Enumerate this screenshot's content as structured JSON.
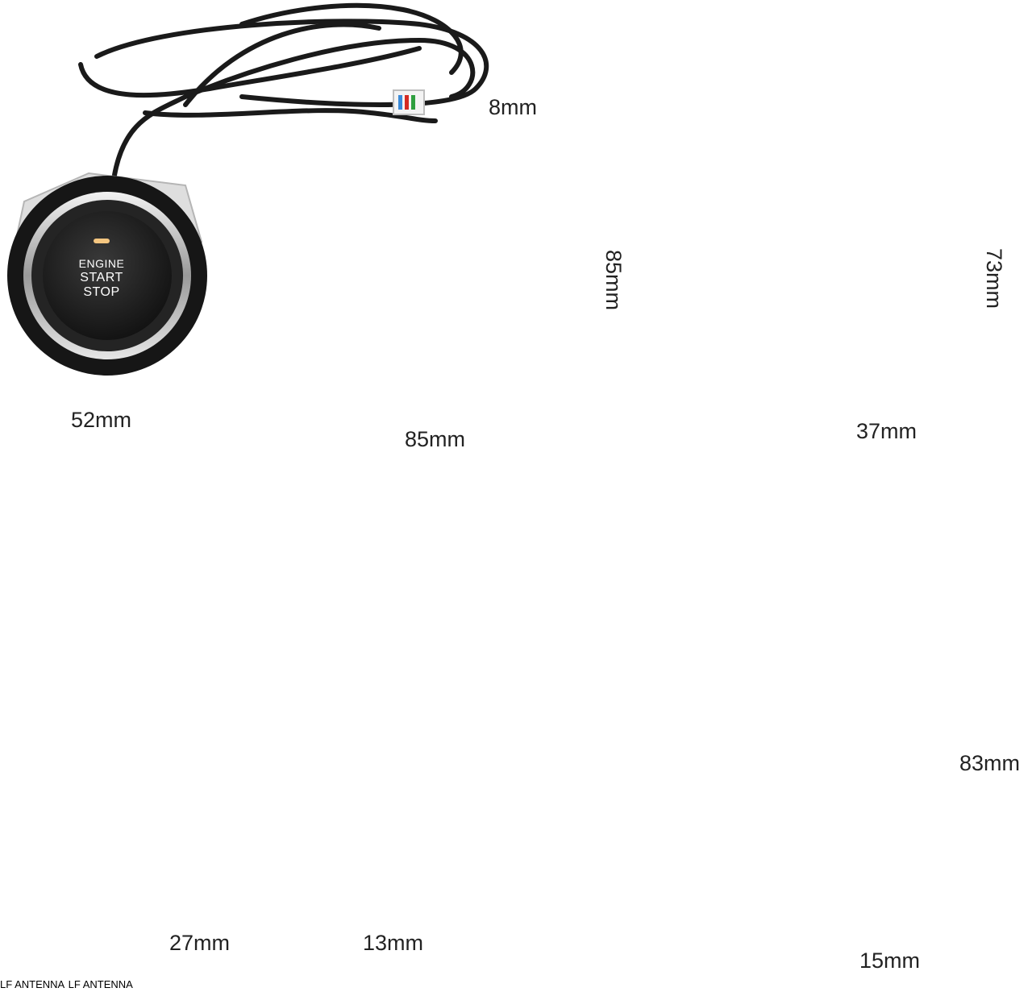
{
  "product": {
    "button": {
      "lines": [
        "ENGINE",
        "START",
        "STOP"
      ]
    },
    "antenna_label": "LF ANTENNA"
  },
  "dimensions": {
    "connector_height": "8mm",
    "button_diameter": "52mm",
    "module_width": "85mm",
    "module_height": "85mm",
    "remote_width": "37mm",
    "remote_height": "73mm",
    "harness_a_connector": "27mm",
    "harness_b_connector": "13mm",
    "antenna_width": "15mm",
    "antenna_length": "83mm"
  },
  "colors": {
    "dimension_line": "#c0392b",
    "device_black": "#1e1e1e",
    "chrome": "#c9c9c9",
    "wire_blue": "#3a8ad8",
    "wire_white": "#eeeeee",
    "wire_red": "#d42a22",
    "wire_orange": "#f08a1c",
    "wire_yellow": "#f2cc21",
    "wire_brown": "#8a4b1f",
    "wire_green": "#2e9e3e"
  }
}
